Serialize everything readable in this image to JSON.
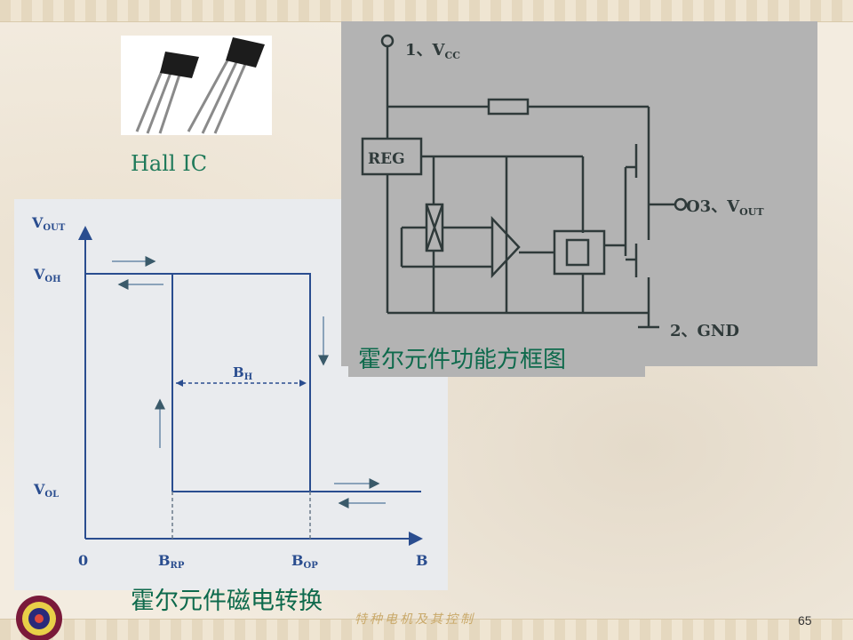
{
  "photo_caption": "Hall IC",
  "right_diagram": {
    "caption": "霍尔元件功能方框图",
    "pin1": "1、V",
    "pin1_sub": "CC",
    "pin3": "O3、V",
    "pin3_sub": "OUT",
    "pin2": "2、GND",
    "reg_label": "REG"
  },
  "left_diagram": {
    "caption": "霍尔元件磁电转换",
    "y_axis": "V",
    "y_axis_sub": "OUT",
    "voh": "V",
    "voh_sub": "OH",
    "vol": "V",
    "vol_sub": "OL",
    "origin": "0",
    "brp": "B",
    "brp_sub": "RP",
    "bop": "B",
    "bop_sub": "OP",
    "x_axis": "B",
    "bh": "B",
    "bh_sub": "H"
  },
  "footer": {
    "course_title": "特种电机及其控制",
    "page_number": "65"
  },
  "colors": {
    "caption_green": "#0e6a4c",
    "line_blue": "#2a4d8f",
    "line_dark": "#2f3a3a"
  }
}
